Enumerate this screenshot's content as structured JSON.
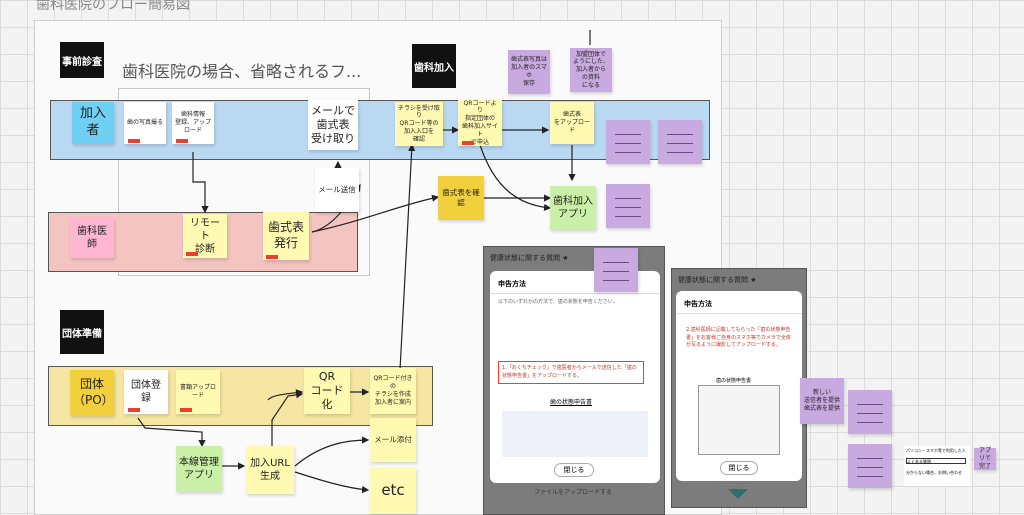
{
  "board_title": "歯科医院のフロー簡易図",
  "sections": {
    "pre_exam": "事前診査",
    "enrollment": "歯科加入",
    "org_prep": "団体準備"
  },
  "omitted_label": "歯科医院の場合、省略されるフ...",
  "lanes": {
    "subscriber": "加入者",
    "dentist": "歯科医師",
    "organization": "団体\n（PO）"
  },
  "notes": {
    "tooth_photo": "歯の写真撮る",
    "dental_chart_app_upload": "歯科情報\n登録、アップロード",
    "receive_chart_mail": "メールで\n歯式表\n受け取り",
    "mail_send": "メール送信",
    "remote_exam": "リモート\n診断",
    "issue_chart": "歯式表\n発行",
    "qr_flyer_access": "チラシを受け取り\nQRコード等の\n加入入口を\n確認",
    "qr_join_site": "QRコードより\n指定団体の\n歯科加入サイト\nで申込",
    "chart_upload": "歯式表\nをアップロード",
    "dental_join_app": "歯科加入\nアプリ",
    "confirm_chart": "歯式表を確認",
    "photo_upload_purple": "歯式表写真は\n加入者のスマホ\n保存",
    "purple_top_right": "加盟団体で\nようにした、\n加入者から\nの資料\nになる",
    "group_registration": "団体登録",
    "document_upload": "書類アップロード",
    "qr_code": "QR\nコード化",
    "qr_flyer_create": "QRコード付きの\nチラシを作成\n加入者に案内",
    "main_app": "本線管理\nアプリ",
    "join_url": "加入URL\n生成",
    "mail_attach": "メール添付",
    "etc": "etc",
    "purple_right_small": "新しい\n送信者を提供\n歯式表を提供",
    "purple_right_note": "アプリで\n完了"
  },
  "phone1": {
    "header": "健康状態に関する質問 ★",
    "modal_title": "申告方法",
    "intro": "以下のいずれかの方法で、歯の状態を申告ください。",
    "highlight": "1.「おくちチェック」で歯医者からメールで送信した「歯の状態申告書」をアップロードする。",
    "doc_title": "歯の状態申告書",
    "close": "閉じる",
    "footer": "ファイルをアップロードする"
  },
  "phone2": {
    "header": "健康状態に関する質問 ★",
    "modal_title": "申告方法",
    "body": "2.歯科医師に記載してもらった「歯の状態申告書」をお客様ご自身のスマホ等でカメラで全体が写るように撮影してアップロードする。",
    "doc_title": "歯の状態申告書",
    "close": "閉じる"
  },
  "small_card": {
    "line1": "パソコン・スマホ等で利用した人",
    "line2": "よくある質問",
    "line3": "分からない場合、お問い合わせ"
  },
  "colors": {
    "blue_lane": "#b9d8f2",
    "pink_lane": "#f3c4c0",
    "yellow_lane": "#f6e5a3",
    "sticky_yellow": "#fff9b1",
    "sticky_purple": "#c8a9e0",
    "sticky_green": "#c9f0a6",
    "sticky_cyan": "#6fd0f3",
    "sticky_pink": "#ffb6d0",
    "sticky_gold": "#f2cf3d",
    "highlight_red": "#e8412c"
  }
}
